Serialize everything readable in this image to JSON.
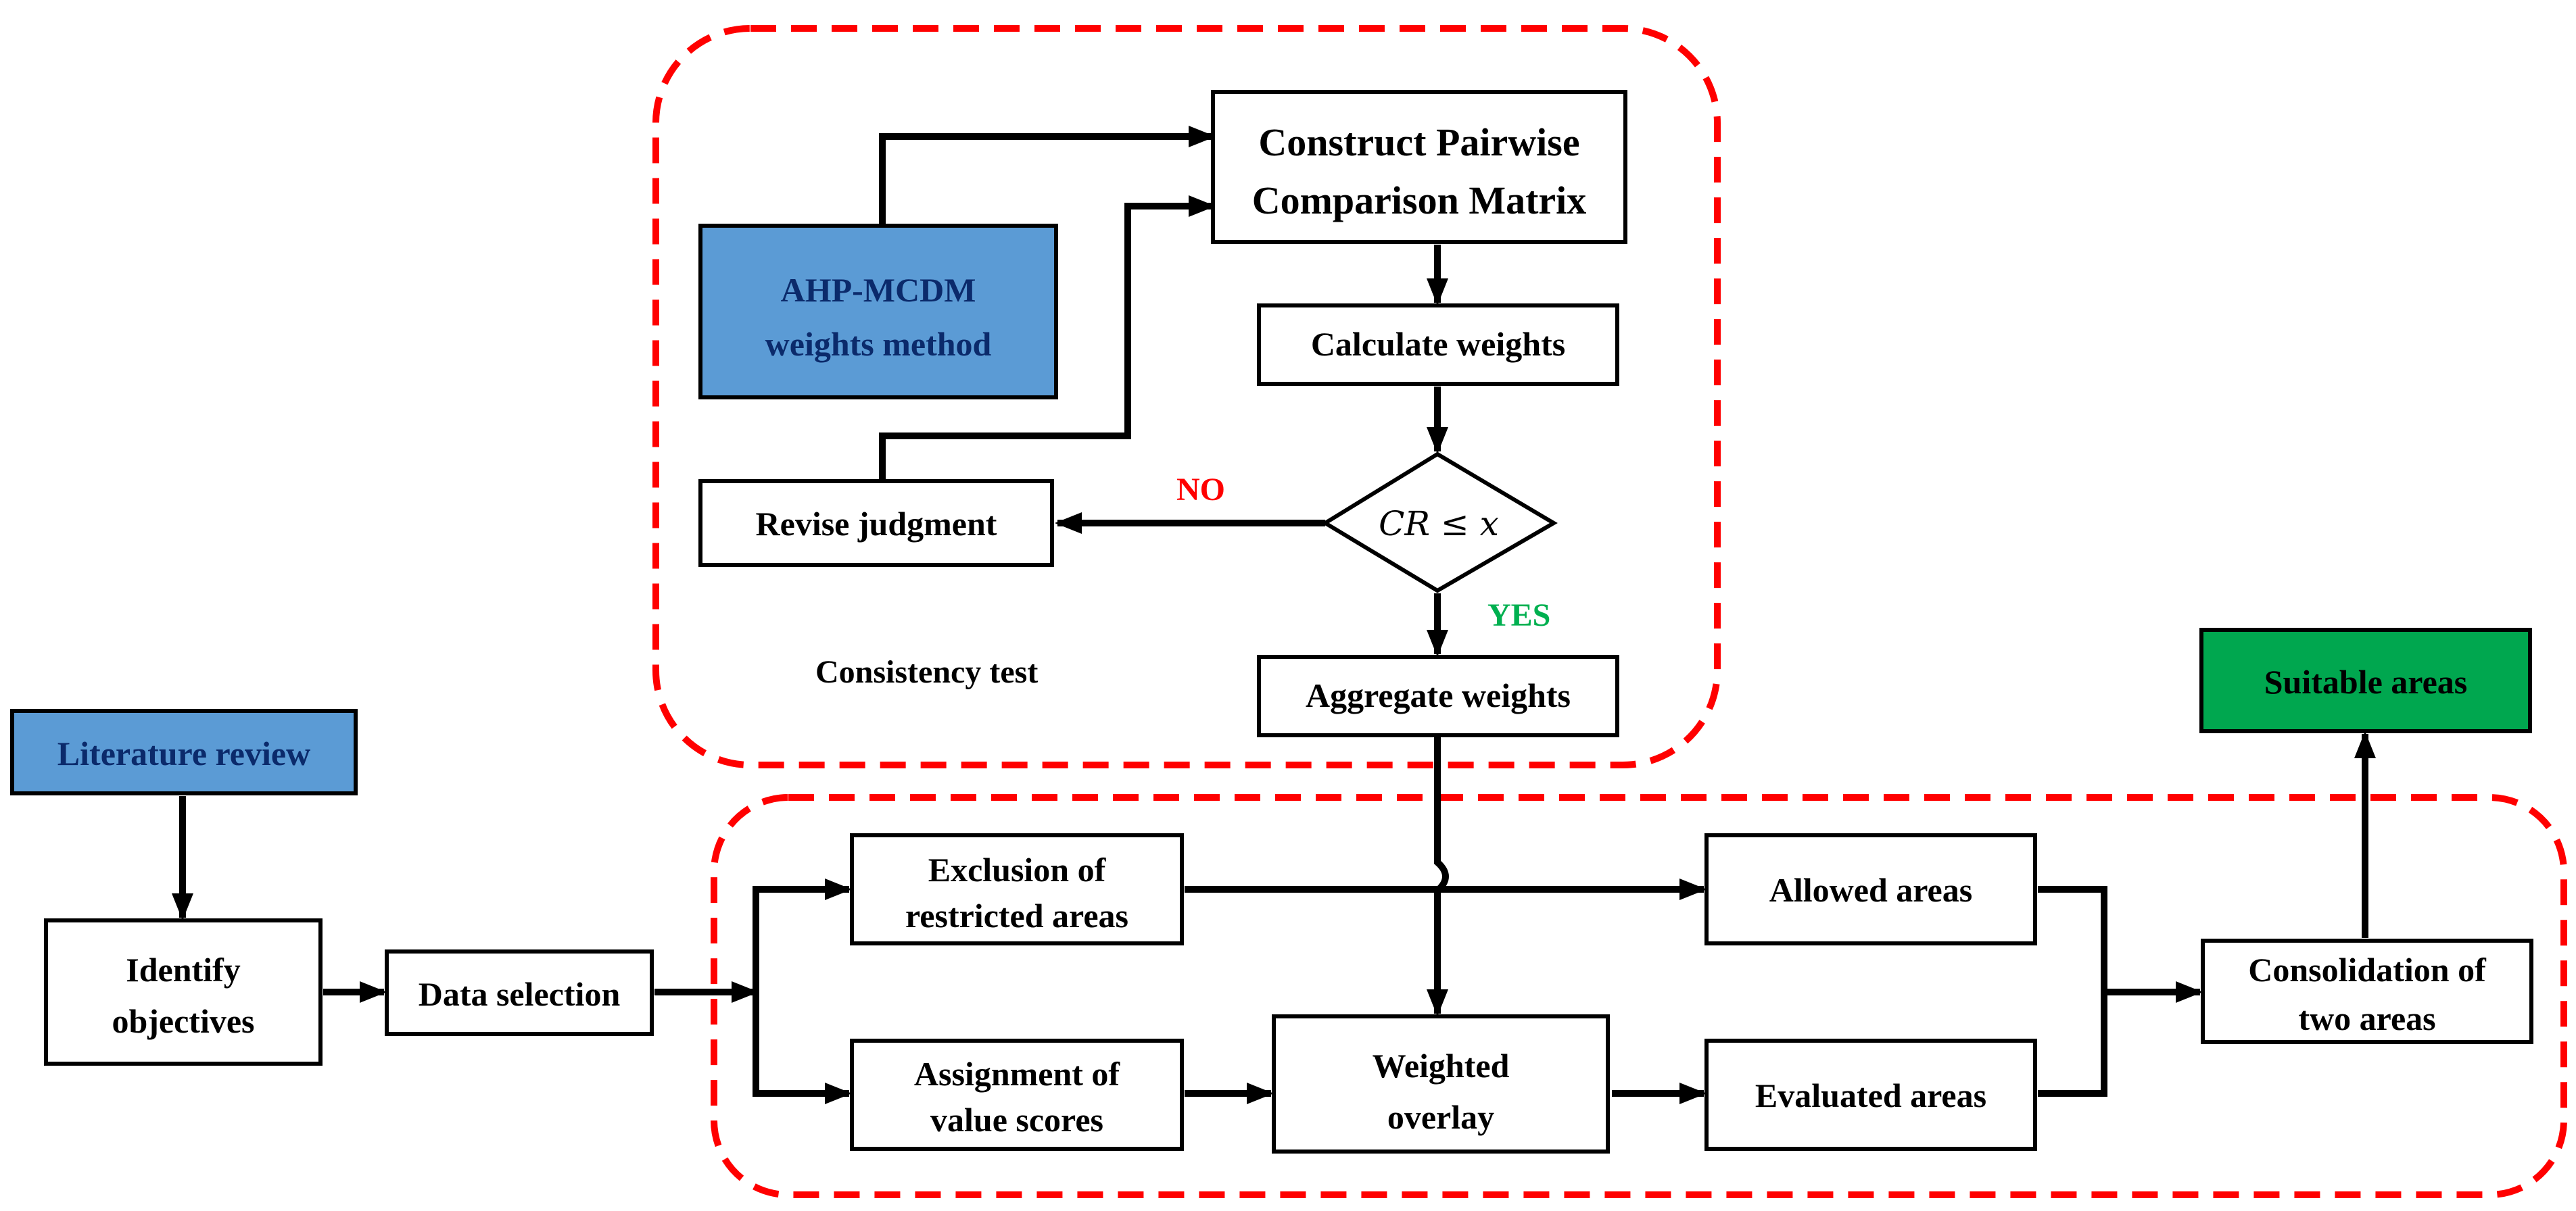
{
  "colors": {
    "blue_fill": "#5b9bd5",
    "blue_text": "#0b2a6b",
    "green_fill": "#00a74f",
    "red_dash": "#ff0000",
    "no_label": "#ff0000",
    "yes_label": "#00b050",
    "line": "#000000"
  },
  "nodes": {
    "construct_pairwise_line1": "Construct Pairwise",
    "construct_pairwise_line2": "Comparison  Matrix",
    "ahp_line1": "AHP-MCDM",
    "ahp_line2": "weights method",
    "calculate_weights": "Calculate weights",
    "revise_judgment": "Revise judgment",
    "cr_condition": "CR ≤ x",
    "aggregate_weights": "Aggregate weights",
    "literature_review": "Literature review",
    "identify_objectives_line1": "Identify",
    "identify_objectives_line2": "objectives",
    "data_selection": "Data selection",
    "exclusion_line1": "Exclusion of",
    "exclusion_line2": "restricted areas",
    "assignment_line1": "Assignment of",
    "assignment_line2": "value scores",
    "weighted_overlay_line1": "Weighted",
    "weighted_overlay_line2": "overlay",
    "allowed_areas": "Allowed areas",
    "evaluated_areas": "Evaluated areas",
    "consolidation_line1": "Consolidation of",
    "consolidation_line2": "two areas",
    "suitable_areas": "Suitable areas"
  },
  "labels": {
    "no": "NO",
    "yes": "YES",
    "consistency_test": "Consistency test"
  }
}
